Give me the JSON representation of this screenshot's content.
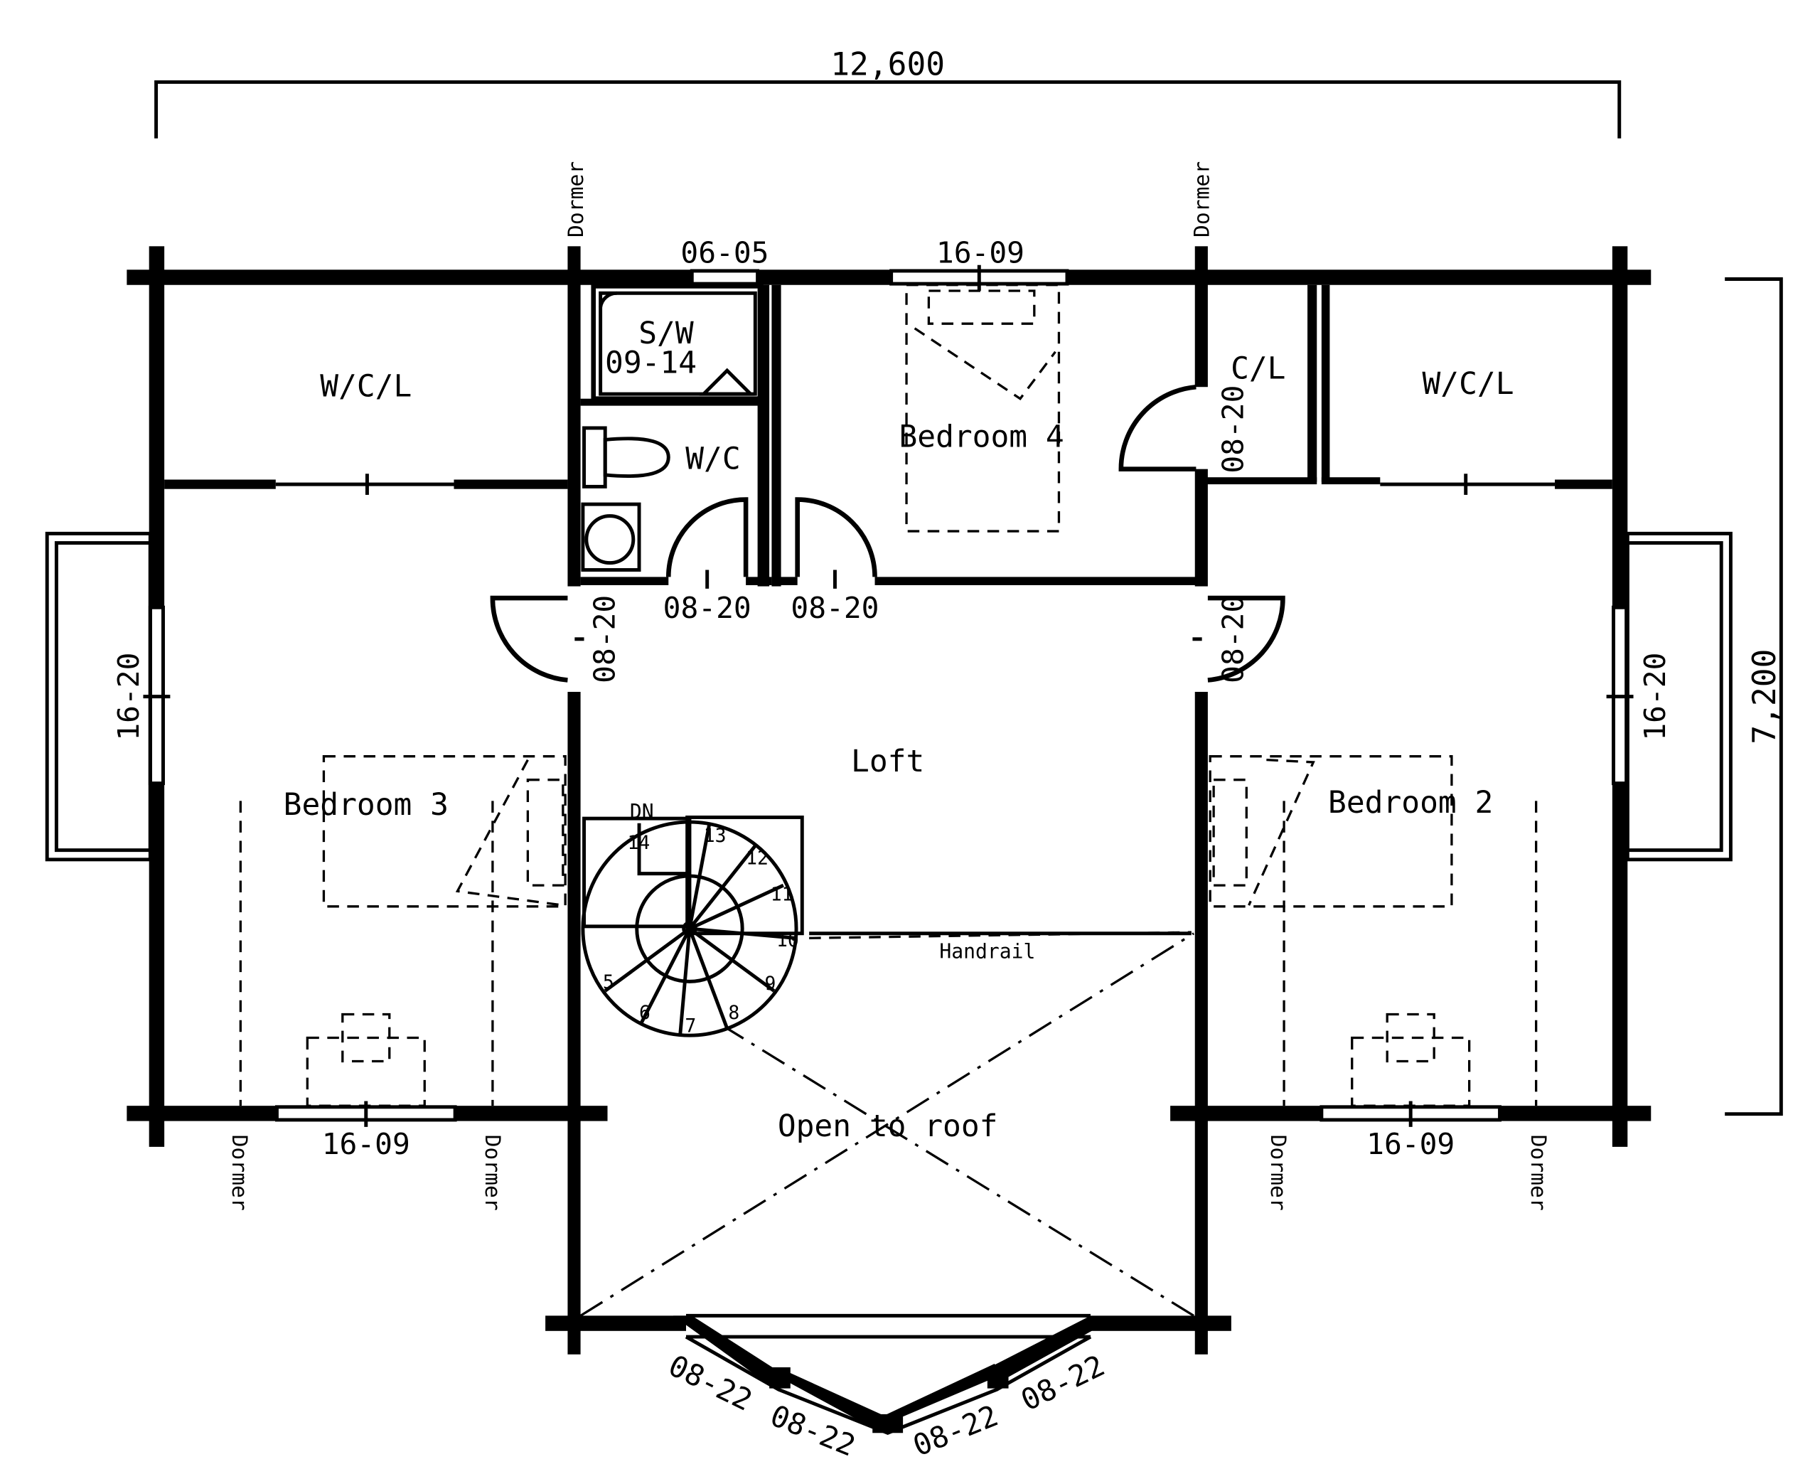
{
  "dimensions": {
    "width": "12,600",
    "depth": "7,200"
  },
  "rooms": {
    "wcl_left": "W/C/L",
    "wcl_right": "W/C/L",
    "sw": "S/W",
    "sw_code": "09-14",
    "wc": "W/C",
    "bedroom4": "Bedroom 4",
    "cl": "C/L",
    "loft": "Loft",
    "bedroom3": "Bedroom 3",
    "bedroom2": "Bedroom 2",
    "open_to_roof": "Open to roof"
  },
  "windows": {
    "top_small": "06-05",
    "top_bed4": "16-09",
    "left_side": "16-20",
    "right_side": "16-20",
    "bottom_left": "16-09",
    "bottom_right": "16-09",
    "bay": [
      "08-22",
      "08-22",
      "08-22",
      "08-22"
    ]
  },
  "doors": {
    "wc": "08-20",
    "bed4": "08-20",
    "cl": "08-20",
    "bed3": "08-20",
    "bed2": "08-20"
  },
  "dormers": [
    "Dormer",
    "Dormer",
    "Dormer",
    "Dormer",
    "Dormer",
    "Dormer"
  ],
  "stair": {
    "dn": "DN",
    "steps": [
      "5",
      "6",
      "7",
      "8",
      "9",
      "10",
      "11",
      "12",
      "13",
      "14"
    ]
  },
  "handrail": "Handrail"
}
